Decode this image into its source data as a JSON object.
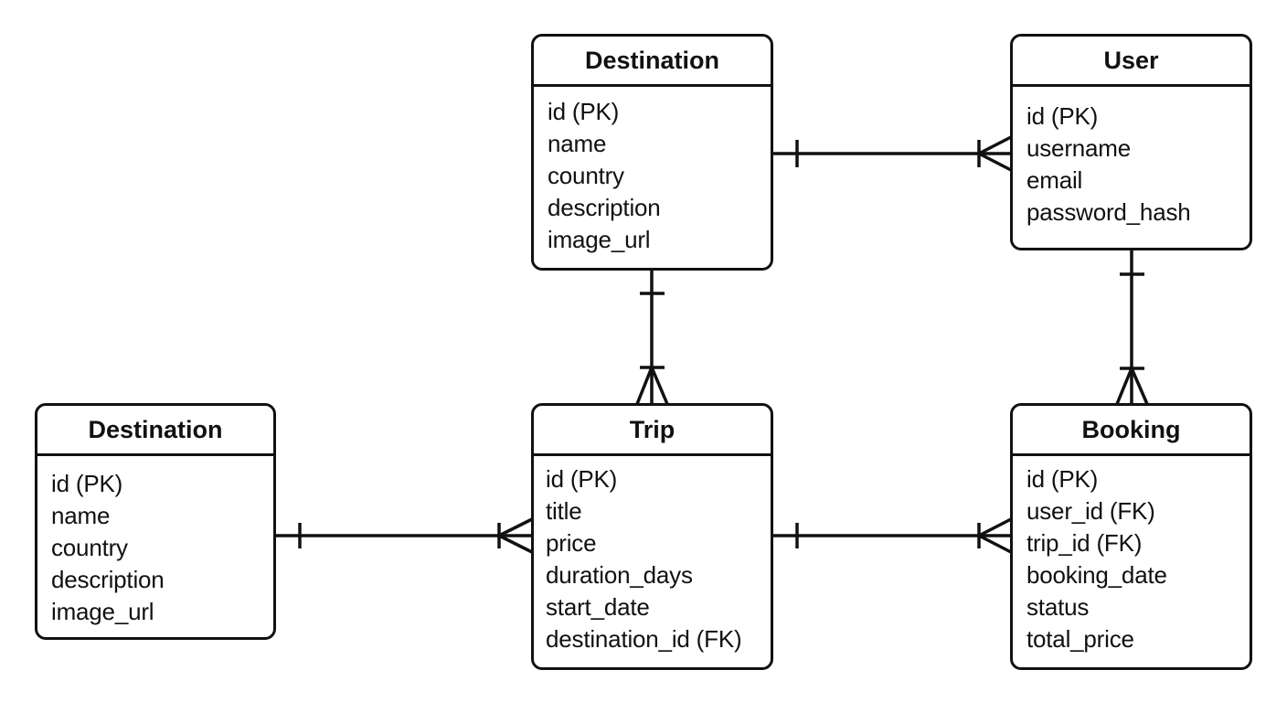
{
  "diagram": {
    "type": "entity-relationship",
    "notation": "crow's foot",
    "colors": {
      "stroke": "#111111",
      "background": "#ffffff"
    },
    "entities": [
      {
        "id": "dest_top",
        "name": "Destination",
        "fields": [
          "id (PK)",
          "name",
          "country",
          "description",
          "image_url"
        ]
      },
      {
        "id": "user",
        "name": "User",
        "fields": [
          "id (PK)",
          "username",
          "email",
          "password_hash"
        ]
      },
      {
        "id": "dest_left",
        "name": "Destination",
        "fields": [
          "id (PK)",
          "name",
          "country",
          "description",
          "image_url"
        ]
      },
      {
        "id": "trip",
        "name": "Trip",
        "fields": [
          "id (PK)",
          "title",
          "price",
          "duration_days",
          "start_date",
          "destination_id (FK)"
        ]
      },
      {
        "id": "booking",
        "name": "Booking",
        "fields": [
          "id (PK)",
          "user_id (FK)",
          "trip_id (FK)",
          "booking_date",
          "status",
          "total_price"
        ]
      }
    ],
    "relationships": [
      {
        "from": "Destination (top)",
        "to": "User",
        "from_cardinality": "one",
        "to_cardinality": "one-or-many"
      },
      {
        "from": "Destination (top)",
        "to": "Trip",
        "from_cardinality": "one",
        "to_cardinality": "one-or-many"
      },
      {
        "from": "User",
        "to": "Booking",
        "from_cardinality": "one",
        "to_cardinality": "one-or-many"
      },
      {
        "from": "Destination (left)",
        "to": "Trip",
        "from_cardinality": "one",
        "to_cardinality": "one-or-many"
      },
      {
        "from": "Trip",
        "to": "Booking",
        "from_cardinality": "one",
        "to_cardinality": "one-or-many"
      }
    ]
  }
}
